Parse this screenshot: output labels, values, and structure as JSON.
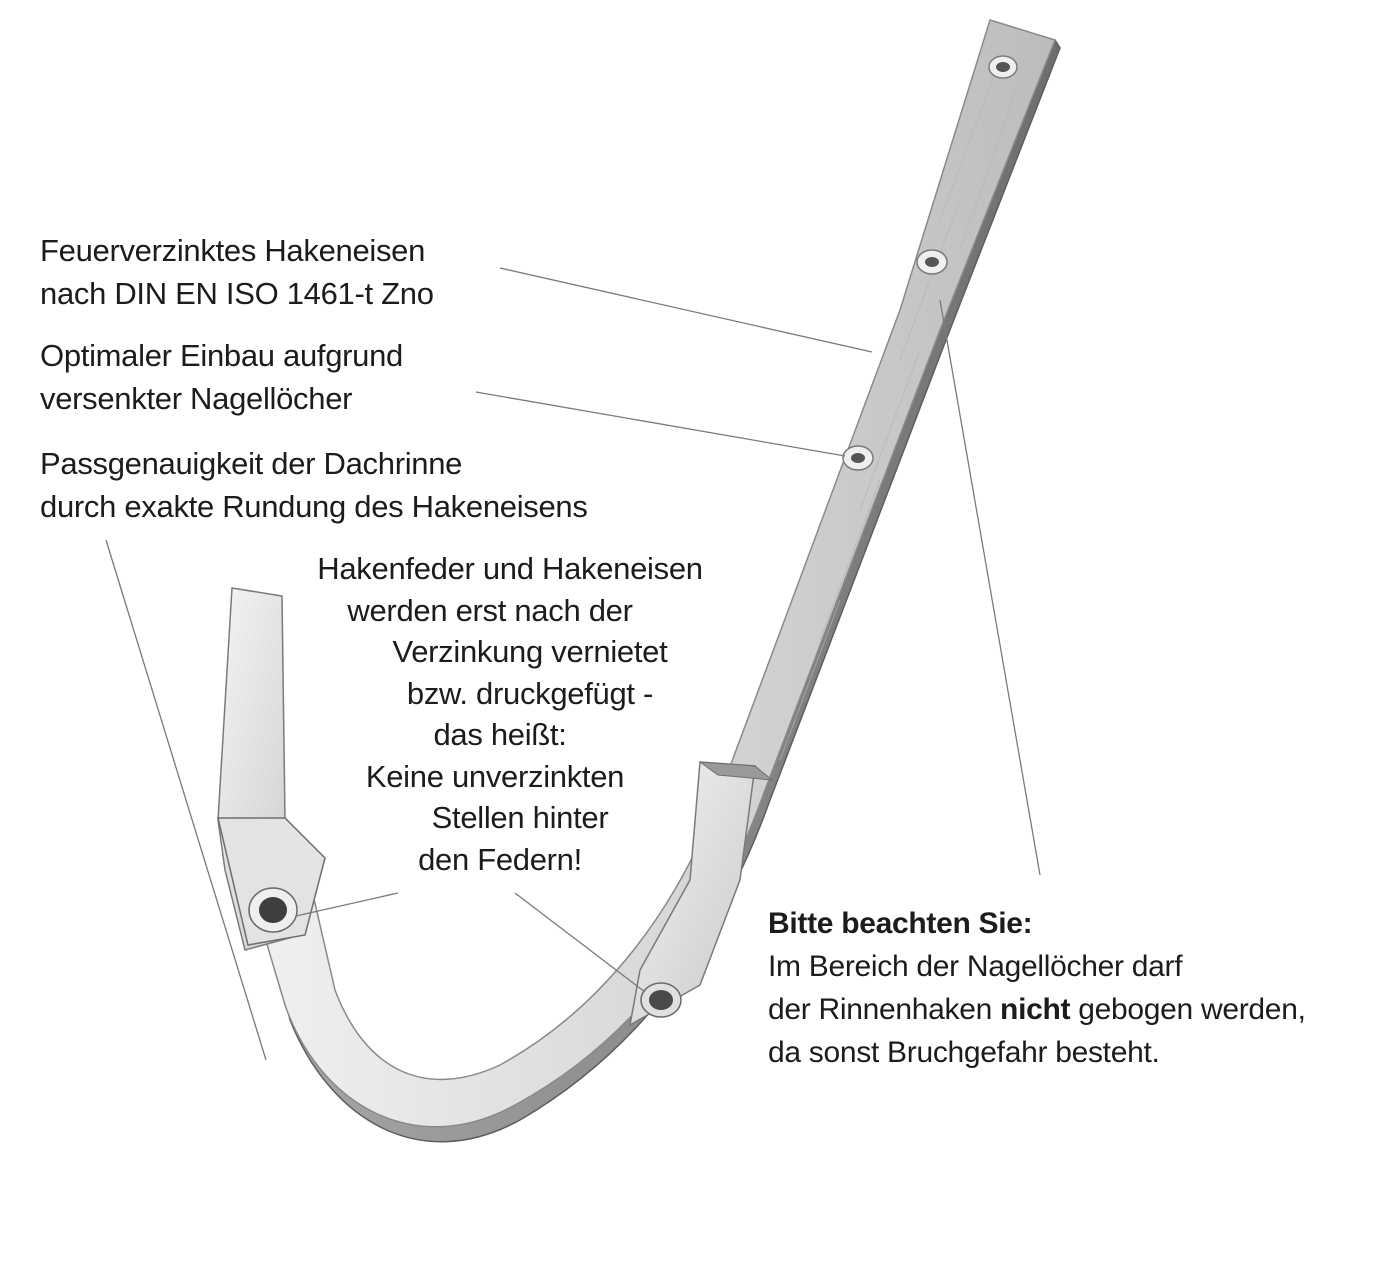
{
  "labels": {
    "zinc": {
      "line1": "Feuerverzinktes Hakeneisen",
      "line2": "nach DIN EN ISO 1461-t Zno"
    },
    "nail_holes": {
      "line1": "Optimaler Einbau aufgrund",
      "line2": "versenkter Nagellöcher"
    },
    "fit": {
      "line1": "Passgenauigkeit der Dachrinne",
      "line2": "durch exakte Rundung des Hakeneisens"
    },
    "rivet": {
      "line1": "Hakenfeder und Hakeneisen",
      "line2": "werden erst nach der",
      "line3": "Verzinkung vernietet",
      "line4": "bzw. druckgefügt -",
      "line5": "das heißt:",
      "line6": "Keine unverzinkten",
      "line7": "Stellen hinter",
      "line8": "den Federn!"
    },
    "note": {
      "title": "Bitte beachten Sie:",
      "line1": "Im Bereich der Nagellöcher darf",
      "line2_pre": "der Rinnenhaken ",
      "line2_bold": "nicht",
      "line2_post": " gebogen werden,",
      "line3": "da sonst Bruchgefahr besteht."
    }
  },
  "colors": {
    "metal_light": "#e6e6e6",
    "metal_mid": "#c4c4c4",
    "metal_dark": "#8e8e8e",
    "leader_line": "#7a7a7a"
  }
}
